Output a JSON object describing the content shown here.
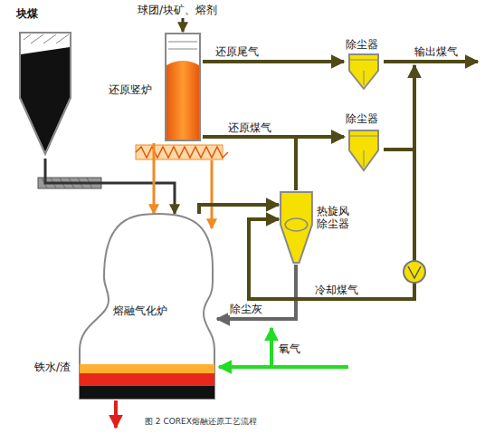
{
  "diagram": {
    "caption": "图 2 COREX熔融还原工艺流程",
    "nodes": [
      {
        "text": [
          "块煤"
        ]
      },
      {
        "text": [
          "还原竖炉"
        ]
      },
      {
        "text": [
          "除尘器"
        ]
      },
      {
        "text": [
          "除尘器"
        ]
      },
      {
        "text": [
          "热旋风除尘器"
        ]
      },
      {
        "text": [
          "熔融气化炉"
        ]
      }
    ],
    "edges": [
      {
        "from": 1,
        "to": 2,
        "label": "还原尾气",
        "arrow": "to"
      },
      {
        "from": 1,
        "to": 3,
        "label": "还原煤气",
        "arrow": "to"
      },
      {
        "from": 4,
        "to": 3,
        "arrow": "to"
      },
      {
        "from": 0,
        "to": 5,
        "arrow": "to"
      },
      {
        "from": 1,
        "to": 5,
        "arrow": "to"
      },
      {
        "from": 5,
        "to": 4,
        "arrow": "to"
      },
      {
        "from": 4,
        "to": 5,
        "label": "除尘灰",
        "arrow": "to"
      },
      {
        "from": 3,
        "to": 4,
        "label": "冷却煤气",
        "arrow": "to"
      }
    ],
    "labels": [
      "球团/块矿、熔剂",
      "输出煤气",
      "氧气",
      "铁水/渣"
    ]
  }
}
